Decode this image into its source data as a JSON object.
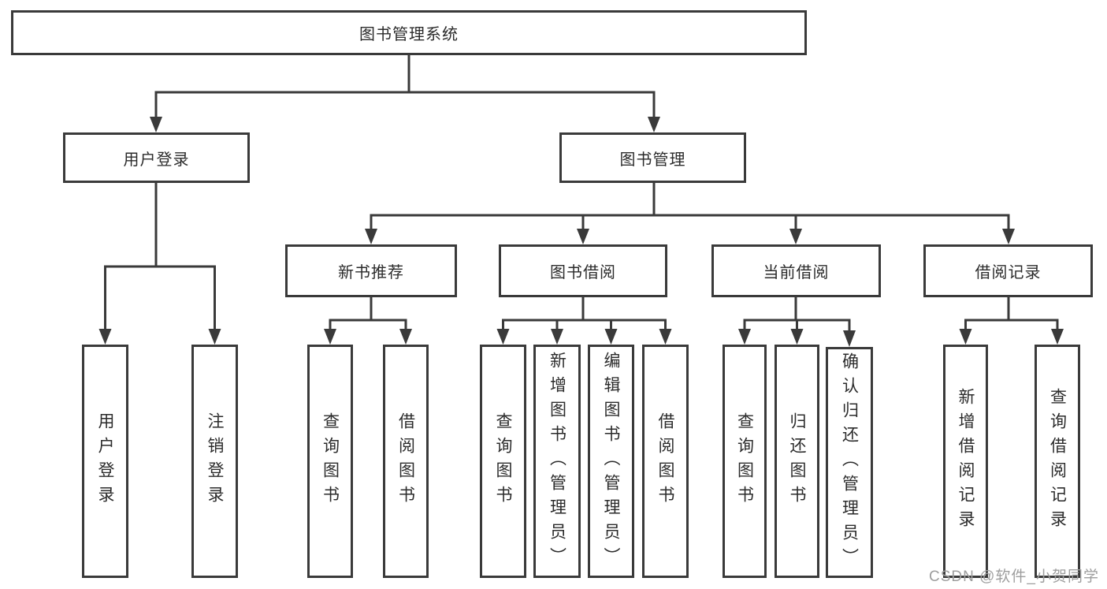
{
  "diagram_title": "图书管理系统",
  "colors": {
    "line": "#3a3a3a",
    "text": "#2b2b2b",
    "watermark": "#9e9e9e",
    "background": "#ffffff"
  },
  "tree": {
    "root": {
      "label": "图书管理系统",
      "children": [
        {
          "label": "用户登录",
          "children": [
            {
              "label": "用户登录"
            },
            {
              "label": "注销登录"
            }
          ]
        },
        {
          "label": "图书管理",
          "children": [
            {
              "label": "新书推荐",
              "children": [
                {
                  "label": "查询图书"
                },
                {
                  "label": "借阅图书"
                }
              ]
            },
            {
              "label": "图书借阅",
              "children": [
                {
                  "label": "查询图书"
                },
                {
                  "label": "新增图书（管理员）"
                },
                {
                  "label": "编辑图书（管理员）"
                },
                {
                  "label": "借阅图书"
                }
              ]
            },
            {
              "label": "当前借阅",
              "children": [
                {
                  "label": "查询图书"
                },
                {
                  "label": "归还图书"
                },
                {
                  "label": "确认归还（管理员）"
                }
              ]
            },
            {
              "label": "借阅记录",
              "children": [
                {
                  "label": "新增借阅记录"
                },
                {
                  "label": "查询借阅记录"
                }
              ]
            }
          ]
        }
      ]
    }
  },
  "watermark": {
    "text": "CSDN @软件_小贺同学"
  }
}
